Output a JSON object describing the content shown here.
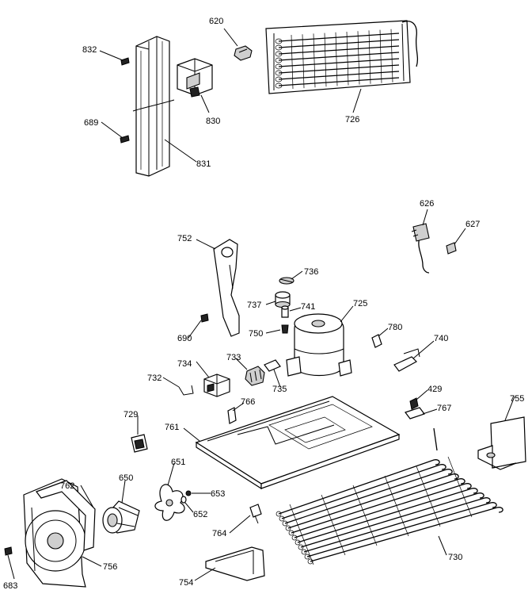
{
  "labels": {
    "l620": "620",
    "l832": "832",
    "l830": "830",
    "l726": "726",
    "l689": "689",
    "l831": "831",
    "l626": "626",
    "l627": "627",
    "l752": "752",
    "l736": "736",
    "l737": "737",
    "l741": "741",
    "l725": "725",
    "l750": "750",
    "l690": "690",
    "l780": "780",
    "l740": "740",
    "l733": "733",
    "l734": "734",
    "l732": "732",
    "l735": "735",
    "l766": "766",
    "l429": "429",
    "l755": "755",
    "l767": "767",
    "l729": "729",
    "l761": "761",
    "l651": "651",
    "l762": "762",
    "l650": "650",
    "l653": "653",
    "l652": "652",
    "l764": "764",
    "l730": "730",
    "l756": "756",
    "l754": "754",
    "l683": "683"
  }
}
